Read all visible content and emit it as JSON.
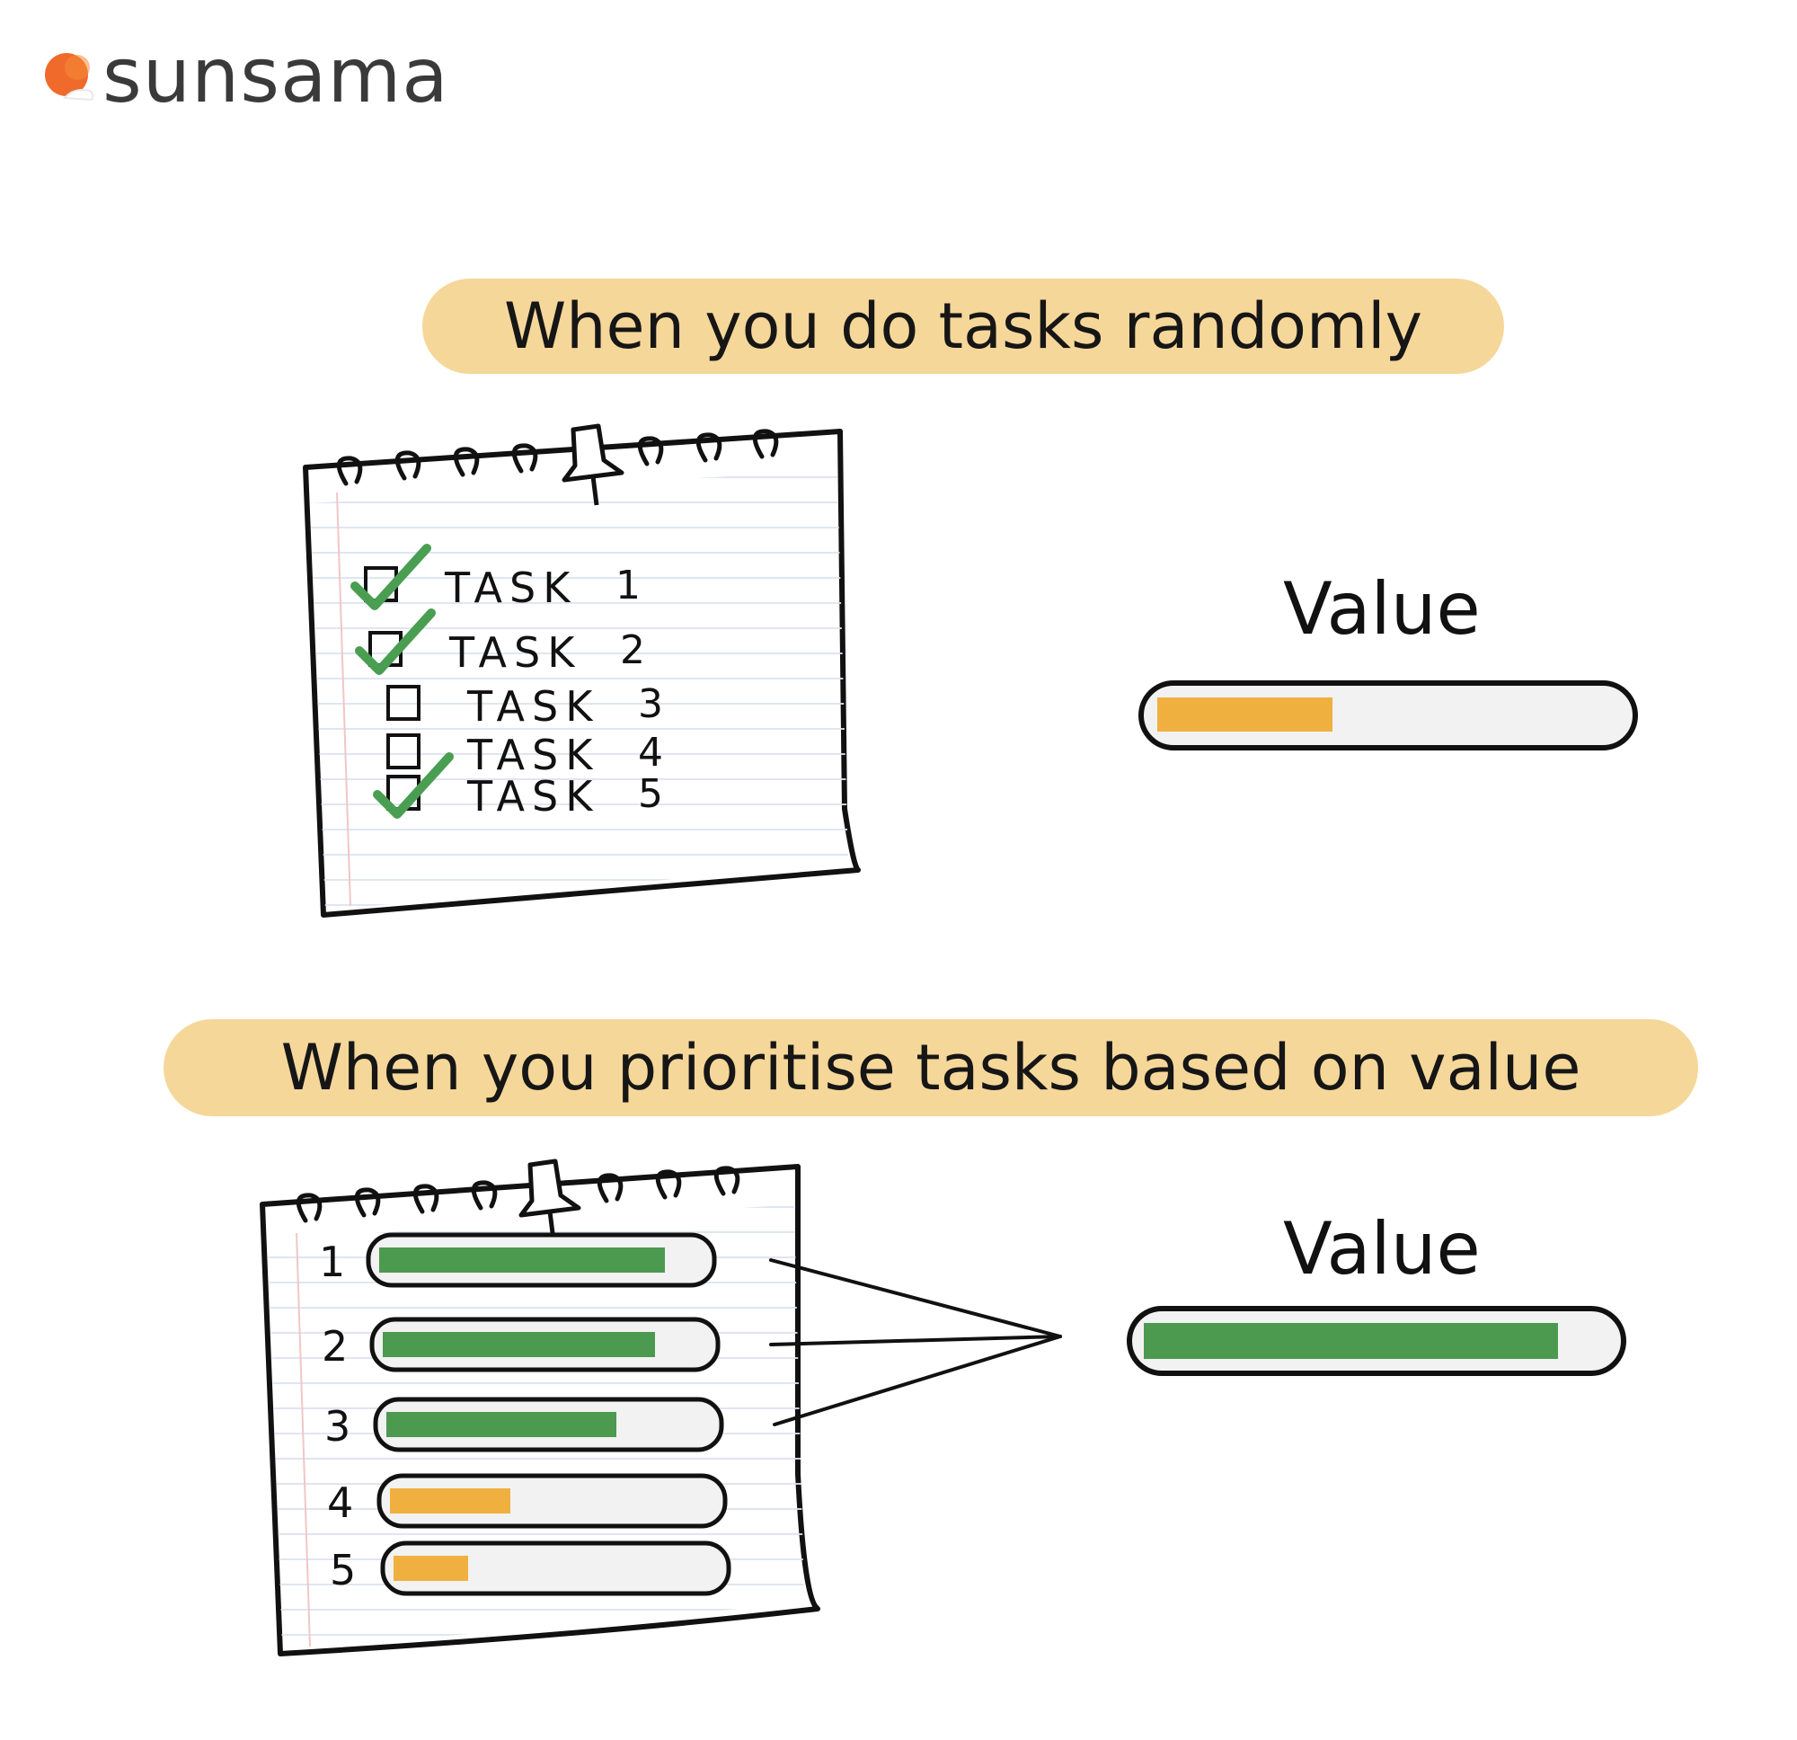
{
  "brand": {
    "name": "sunsama",
    "accent": "#f06a2c"
  },
  "colors": {
    "banner": "#f6d79a",
    "progress_orange": "#f0b040",
    "progress_green": "#4c9a4f",
    "check_green": "#4a9e52"
  },
  "section_random": {
    "heading": "When you do tasks randomly",
    "value_label": "Value",
    "value_level": 0.38,
    "tasks": [
      {
        "label": "TASK",
        "number": "1",
        "checked": true
      },
      {
        "label": "TASK",
        "number": "2",
        "checked": true
      },
      {
        "label": "TASK",
        "number": "3",
        "checked": false
      },
      {
        "label": "TASK",
        "number": "4",
        "checked": false
      },
      {
        "label": "TASK",
        "number": "5",
        "checked": true
      }
    ]
  },
  "section_prioritised": {
    "heading": "When you prioritise tasks based on value",
    "value_label": "Value",
    "value_level": 0.89,
    "tasks": [
      {
        "number": "1",
        "level": 0.88,
        "color": "green"
      },
      {
        "number": "2",
        "level": 0.84,
        "color": "green"
      },
      {
        "number": "3",
        "level": 0.71,
        "color": "green"
      },
      {
        "number": "4",
        "level": 0.37,
        "color": "orange"
      },
      {
        "number": "5",
        "level": 0.23,
        "color": "orange"
      }
    ]
  }
}
